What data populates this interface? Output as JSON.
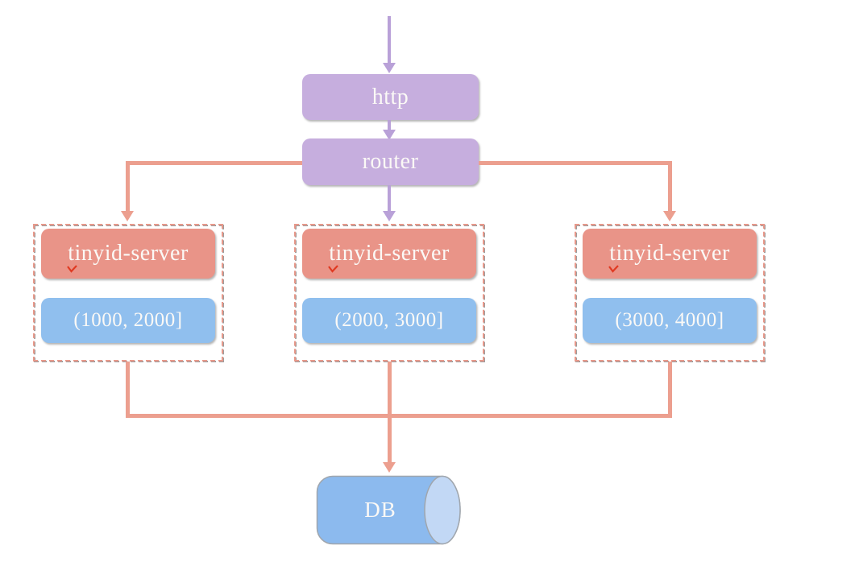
{
  "nodes": {
    "http": {
      "label": "http"
    },
    "router": {
      "label": "router"
    },
    "db": {
      "label": "DB"
    }
  },
  "servers": [
    {
      "name": "tinyid-server",
      "range": "(1000, 2000]"
    },
    {
      "name": "tinyid-server",
      "range": "(2000, 3000]"
    },
    {
      "name": "tinyid-server",
      "range": "(3000, 4000]"
    }
  ],
  "icons": {
    "spellcheck_squiggle": "red-check-squiggle"
  },
  "colors": {
    "purple_node": "#c6aede",
    "purple_arrow": "#b9a1d8",
    "salmon_node": "#e99488",
    "salmon_connector": "#ec9f8f",
    "blue_node": "#90bfee",
    "dashed_border": "#e8998b",
    "cylinder_body": "#8cbaee",
    "cylinder_end": "#c2d8f5",
    "squiggle": "#e03a22",
    "text": "#fbf9f6"
  }
}
